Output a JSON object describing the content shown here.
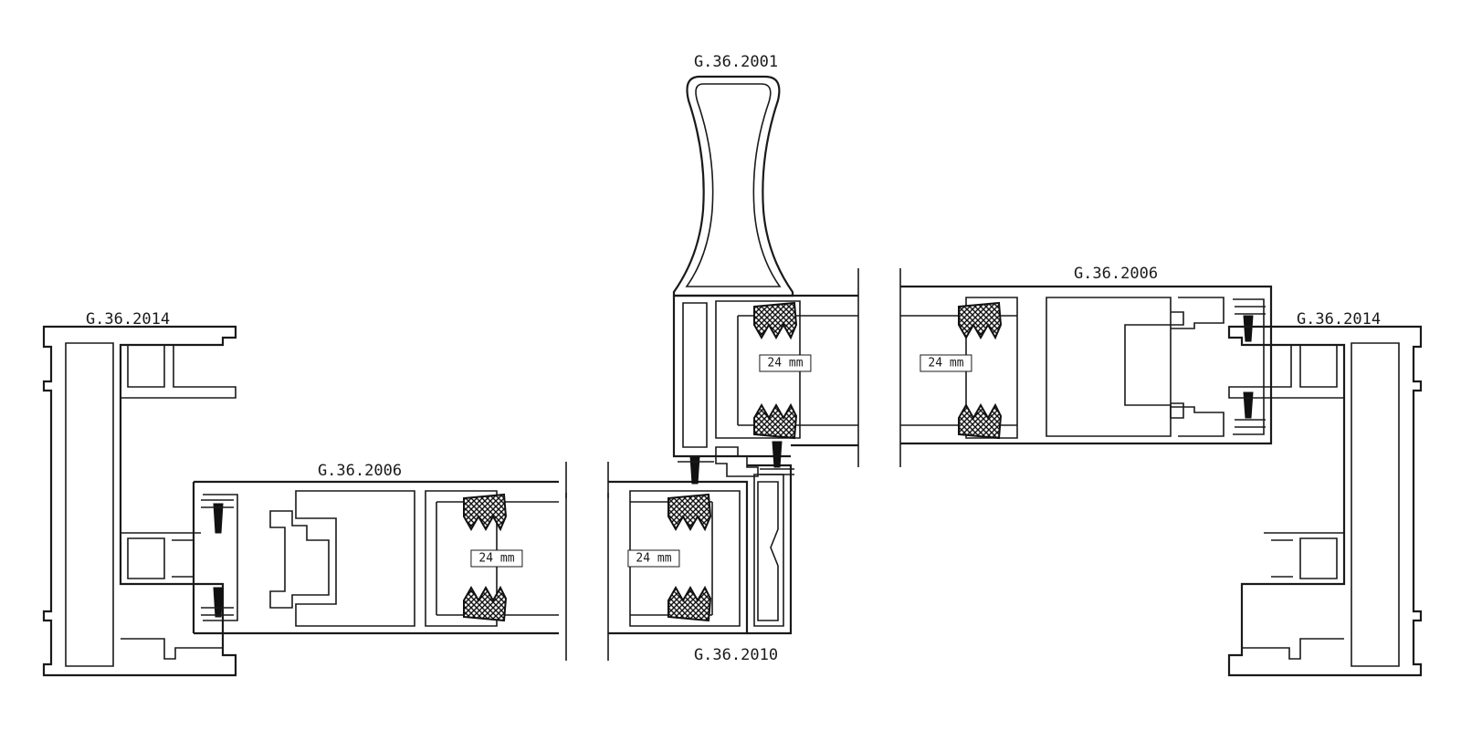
{
  "labels": {
    "left_frame": "G.36.2014",
    "left_sash": "G.36.2006",
    "handle": "G.36.2001",
    "center_mullion": "G.36.2010",
    "right_sash": "G.36.2006",
    "right_frame": "G.36.2014"
  },
  "glass": {
    "thickness_label": "24 mm"
  },
  "colors": {
    "line": "#1a1a1a",
    "gasket_fill": "#111111",
    "background": "#ffffff"
  }
}
